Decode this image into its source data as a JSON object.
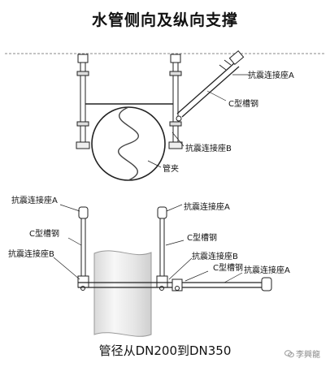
{
  "title": "水管侧向及纵向支撑",
  "caption": "管径从DN200到DN350",
  "watermark": "李興龍",
  "labels": {
    "top_seat_a": "抗震连接座A",
    "top_channel": "C型槽钢",
    "top_seat_b": "抗震连接座B",
    "top_clamp": "管夹",
    "bot_seat_a_left": "抗震连接座A",
    "bot_seat_a_right": "抗震连接座A",
    "bot_channel_left": "C型槽钢",
    "bot_channel_right": "C型槽钢",
    "bot_seat_b_left": "抗震连接座B",
    "bot_seat_b_right": "抗震连接座B",
    "bot_channel_diag": "C型槽钢",
    "bot_seat_a_diag": "抗震连接座A"
  }
}
